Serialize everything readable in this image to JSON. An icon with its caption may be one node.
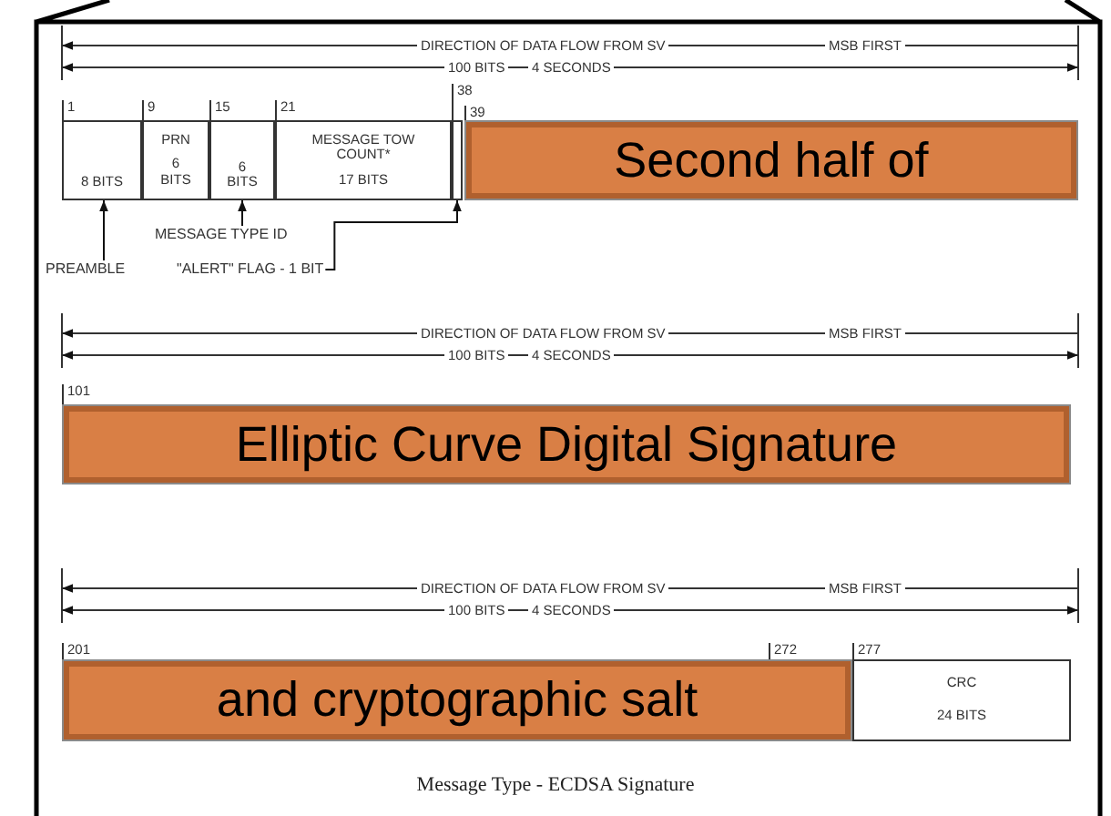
{
  "diagram": {
    "caption": "Message Type - ECDSA Signature",
    "nodes": [
      {
        "text": [
          "8 BITS"
        ],
        "beside": [
          "1"
        ]
      },
      {
        "text": [
          "PRN",
          "6 BITS"
        ],
        "beside": [
          "9"
        ]
      },
      {
        "text": [
          "6 BITS"
        ],
        "beside": [
          "15"
        ]
      },
      {
        "text": [
          "MESSAGE TOW COUNT*",
          "17 BITS"
        ],
        "beside": [
          "21"
        ]
      },
      {
        "text": [],
        "shape": "box",
        "beside": [
          "38"
        ]
      },
      {
        "text": [
          "Second half of"
        ],
        "beside": [
          "39"
        ]
      },
      {
        "text": [
          "Elliptic Curve Digital Signature"
        ],
        "beside": [
          "101"
        ]
      },
      {
        "text": [
          "and cryptographic salt"
        ],
        "beside": [
          "201",
          "272"
        ]
      },
      {
        "text": [
          "CRC",
          "24 BITS"
        ],
        "beside": [
          "277"
        ]
      },
      {
        "text": [
          "PREAMBLE"
        ]
      },
      {
        "text": [
          "MESSAGE TYPE ID"
        ]
      },
      {
        "text": [
          "\"ALERT\" FLAG - 1 BIT"
        ]
      }
    ],
    "edges": [
      {
        "from": 9,
        "to": 0,
        "arrow": "to"
      },
      {
        "from": 10,
        "to": 2,
        "arrow": "to"
      },
      {
        "from": 11,
        "to": 4,
        "arrow": "to"
      }
    ],
    "labels": [
      "DIRECTION OF DATA FLOW FROM SV",
      "MSB FIRST",
      "100 BITS",
      "4 SECONDS",
      "DIRECTION OF DATA FLOW FROM SV",
      "MSB FIRST",
      "100 BITS",
      "4 SECONDS",
      "DIRECTION OF DATA FLOW FROM SV",
      "MSB FIRST",
      "100 BITS",
      "4 SECONDS"
    ]
  }
}
